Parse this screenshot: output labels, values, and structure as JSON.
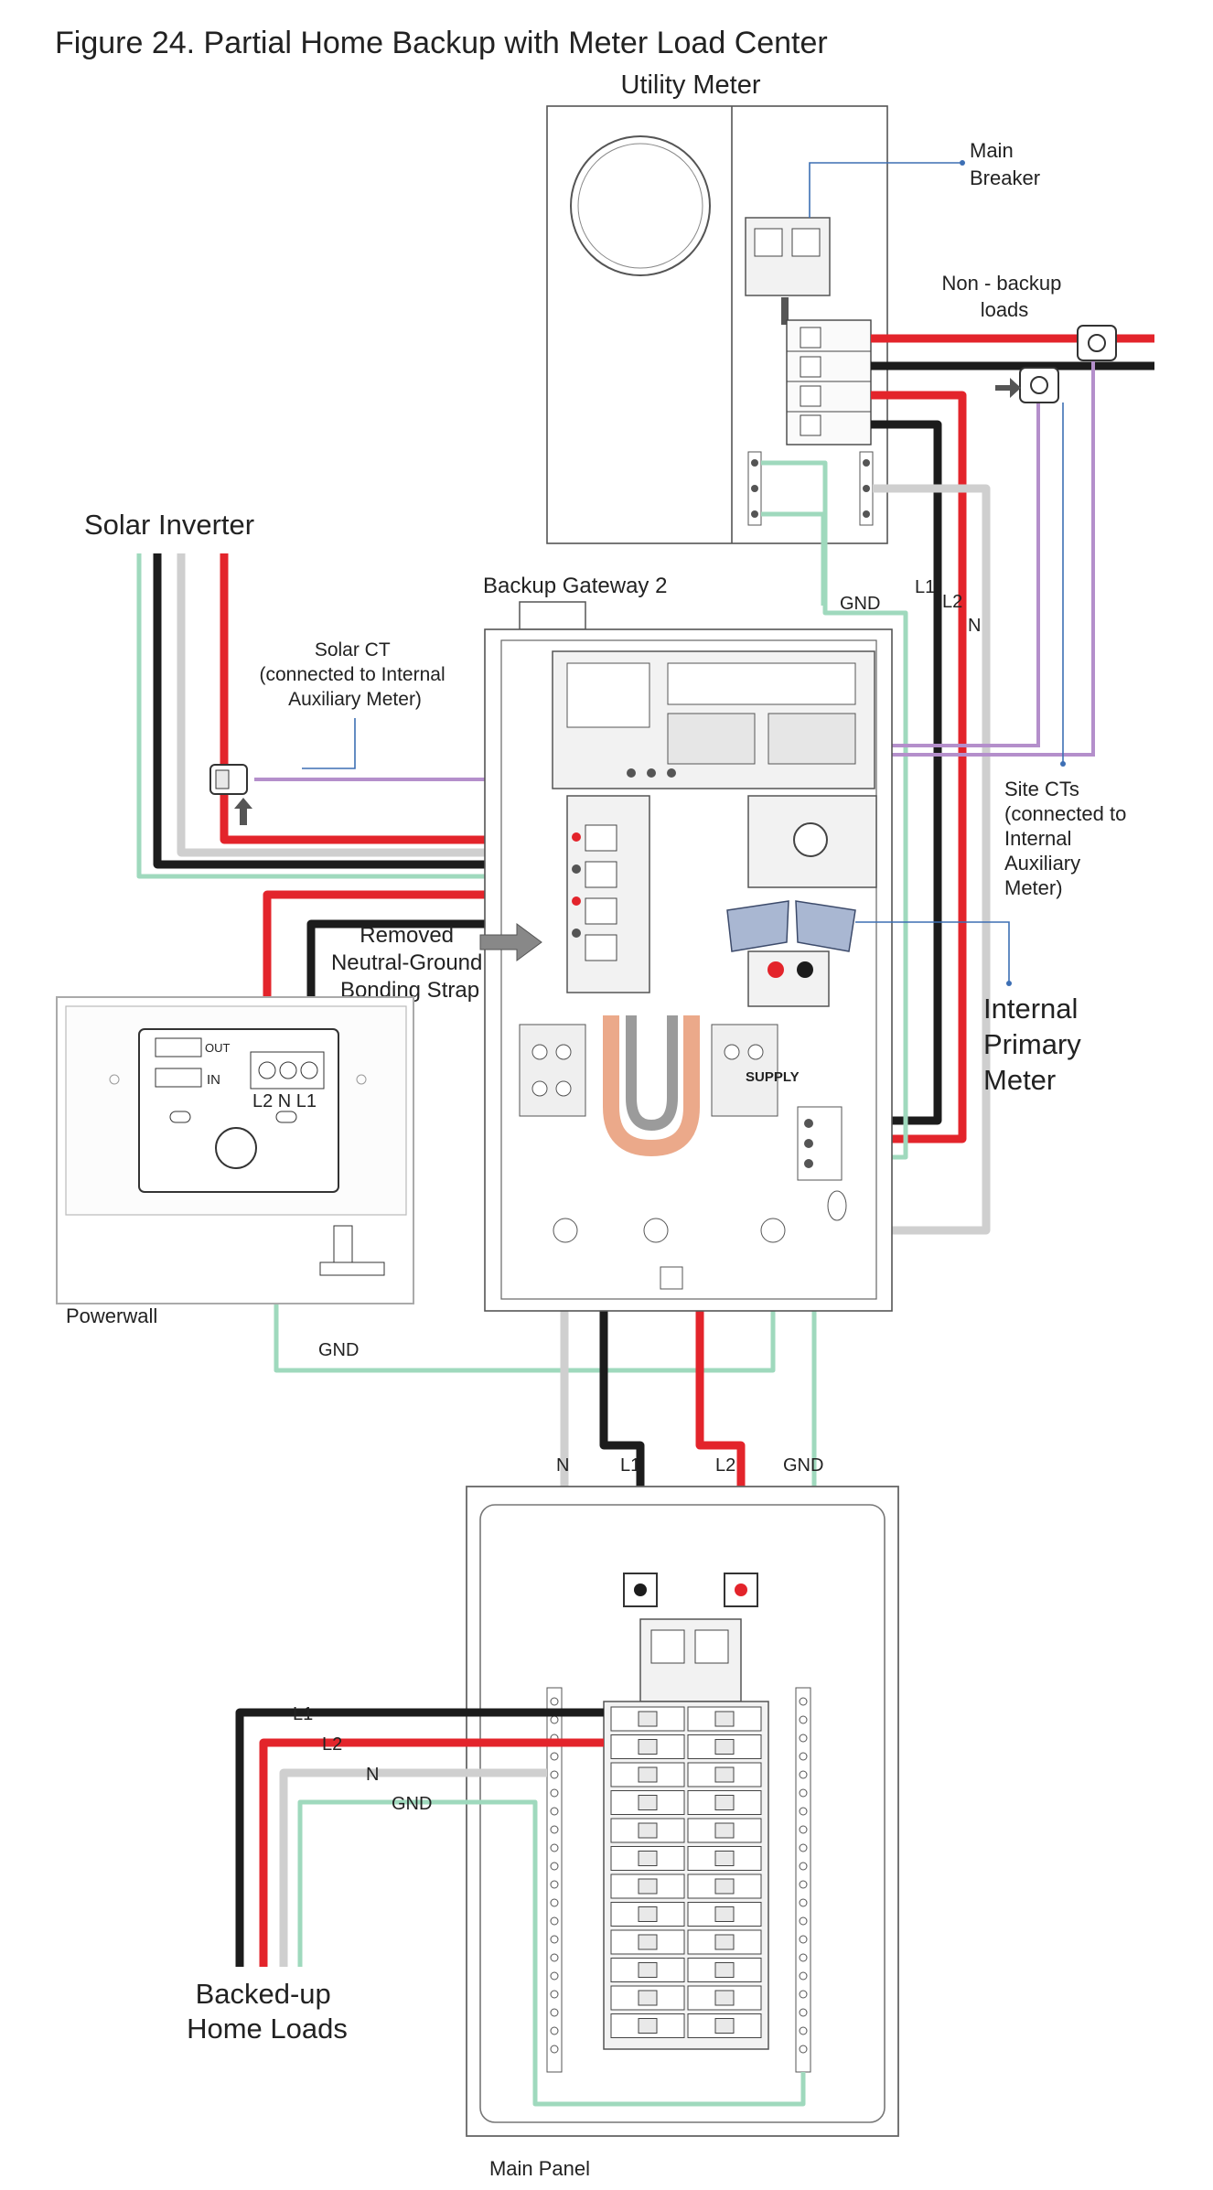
{
  "figure": {
    "title": "Figure 24. Partial Home Backup with Meter Load Center"
  },
  "components": {
    "utility_meter": "Utility Meter",
    "main_breaker": [
      "Main",
      "Breaker"
    ],
    "non_backup_loads": [
      "Non - backup",
      "loads"
    ],
    "solar_inverter": "Solar Inverter",
    "backup_gateway": "Backup Gateway 2",
    "solar_ct": [
      "Solar CT",
      "(connected to Internal",
      "Auxiliary Meter)"
    ],
    "site_cts": [
      "Site CTs",
      "(connected to",
      "Internal",
      "Auxiliary",
      "Meter)"
    ],
    "removed_strap": [
      "Removed",
      "Neutral-Ground",
      "Bonding Strap"
    ],
    "internal_primary_meter": [
      "Internal",
      "Primary",
      "Meter"
    ],
    "powerwall": "Powerwall",
    "backed_up_loads": [
      "Backed-up",
      "Home Loads"
    ],
    "main_panel": "Main Panel"
  },
  "terminal_labels": {
    "out": "OUT",
    "in": "IN",
    "powerwall_terminals": "L2 N L1",
    "supply": "SUPPLY"
  },
  "wire_labels": {
    "gnd": "GND",
    "l1": "L1",
    "l2": "L2",
    "n": "N"
  },
  "colors": {
    "l1_wire": "#1c1c1c",
    "l2_wire": "#e3242b",
    "neutral_wire": "#cfcfcf",
    "ground_wire": "#9fd9bd",
    "ct_lead": "#b48fcb",
    "callout": "#3d6fb4"
  }
}
